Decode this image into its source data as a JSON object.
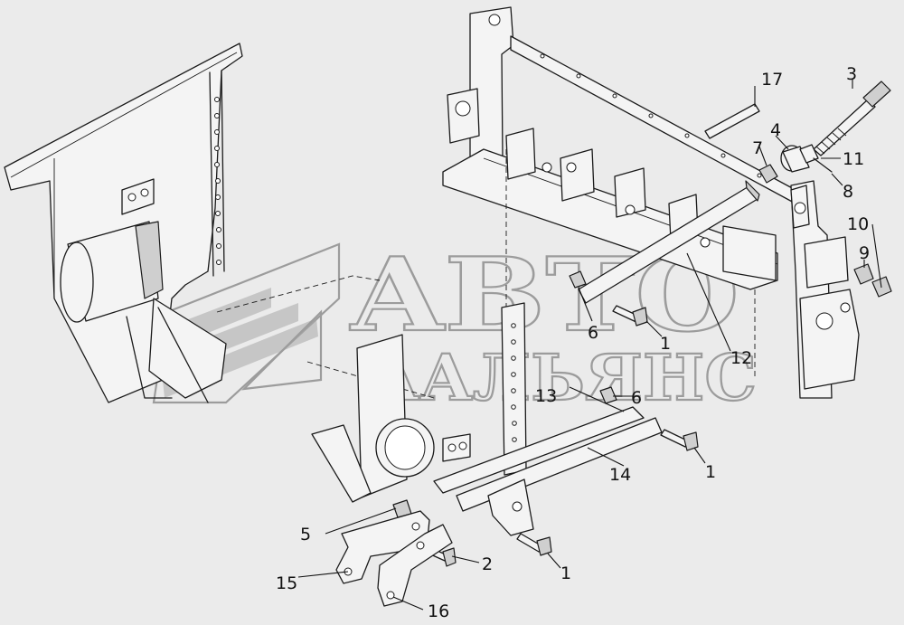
{
  "watermark": {
    "line1": "ABTO",
    "line2": "ААЛЬЯНС"
  },
  "callouts": [
    {
      "id": "c17",
      "text": "17"
    },
    {
      "id": "c3",
      "text": "3"
    },
    {
      "id": "c4",
      "text": "4"
    },
    {
      "id": "c7",
      "text": "7"
    },
    {
      "id": "c11",
      "text": "11"
    },
    {
      "id": "c8",
      "text": "8"
    },
    {
      "id": "c10",
      "text": "10"
    },
    {
      "id": "c9",
      "text": "9"
    },
    {
      "id": "c6a",
      "text": "6"
    },
    {
      "id": "c1a",
      "text": "1"
    },
    {
      "id": "c12",
      "text": "12"
    },
    {
      "id": "c6b",
      "text": "6"
    },
    {
      "id": "c13",
      "text": "13"
    },
    {
      "id": "c1b",
      "text": "1"
    },
    {
      "id": "c14",
      "text": "14"
    },
    {
      "id": "c5",
      "text": "5"
    },
    {
      "id": "c2",
      "text": "2"
    },
    {
      "id": "c1c",
      "text": "1"
    },
    {
      "id": "c15",
      "text": "15"
    },
    {
      "id": "c16",
      "text": "16"
    }
  ]
}
